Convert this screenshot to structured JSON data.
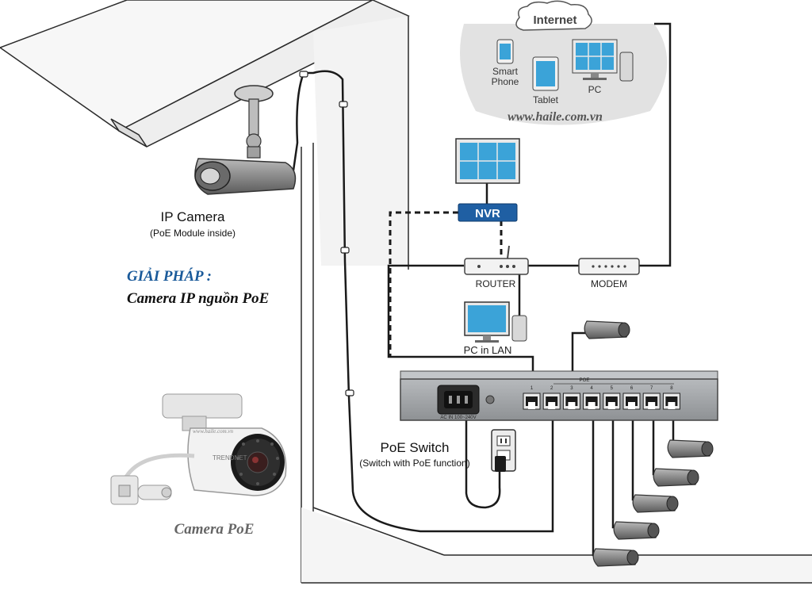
{
  "internet_cloud": {
    "title": "Internet",
    "devices": [
      "Smart\nPhone",
      "Tablet",
      "PC"
    ],
    "watermark": "www.haile.com.vn"
  },
  "nvr": {
    "label": "NVR"
  },
  "router": {
    "label": "ROUTER"
  },
  "modem": {
    "label": "MODEM"
  },
  "pc_lan": {
    "label": "PC in LAN"
  },
  "ip_camera": {
    "label": "IP Camera",
    "sub": "(PoE Module inside)"
  },
  "solution": {
    "heading": "GIẢI PHÁP :",
    "subheading": "Camera IP nguồn PoE"
  },
  "poe_switch": {
    "label": "PoE Switch",
    "sub": "(Switch with PoE function)",
    "port_marks": [
      "1",
      "2",
      "3",
      "4",
      "5",
      "6",
      "7",
      "8"
    ],
    "poe_mark": "POE",
    "ac_mark": "AC IN 100~240V"
  },
  "camera_poe": {
    "label": "Camera PoE",
    "brand": "TRENDNET",
    "watermark": "www.haile.com.vn"
  },
  "colors": {
    "accent_blue": "#1a5a9a",
    "nvr_blue": "#1f5fa3",
    "screen_blue": "#3ba3d8",
    "switch_gray": "#9a9da0"
  }
}
